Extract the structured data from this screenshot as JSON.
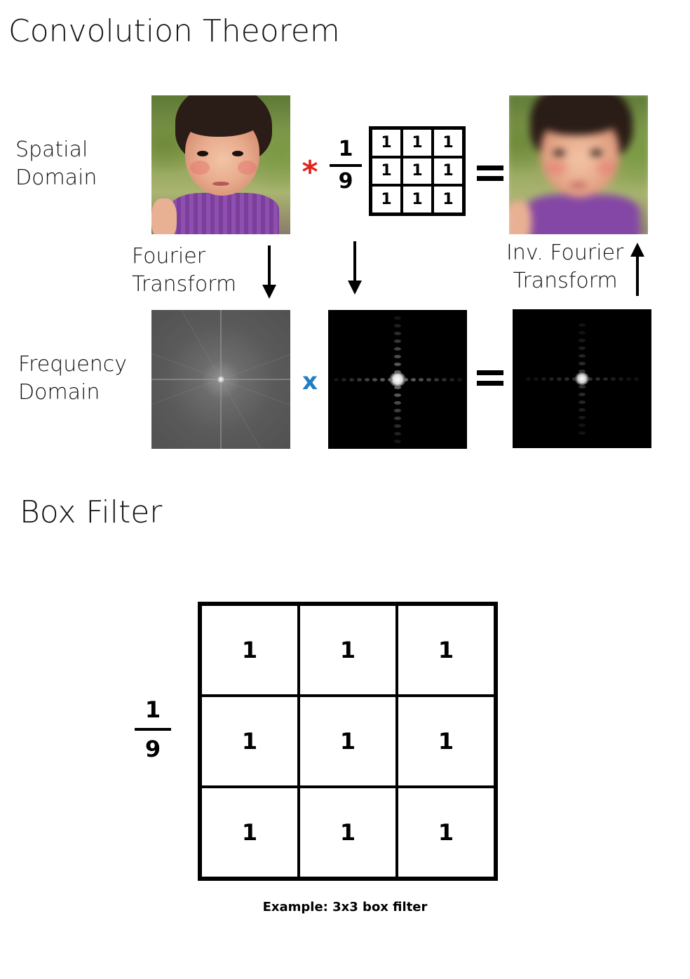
{
  "section1": {
    "title": "Convolution Theorem",
    "spatial_label": "Spatial\nDomain",
    "frequency_label": "Frequency\nDomain",
    "fourier_label": "Fourier\nTransform",
    "inv_fourier_label": "Inv. Fourier\n Transform",
    "convolve_op": "*",
    "multiply_op": "x",
    "convolve_color": "#e2231a",
    "multiply_color": "#1f7fc0",
    "kernel": {
      "numerator": "1",
      "denominator": "9",
      "cells": [
        "1",
        "1",
        "1",
        "1",
        "1",
        "1",
        "1",
        "1",
        "1"
      ]
    }
  },
  "section2": {
    "title": "Box Filter",
    "kernel": {
      "numerator": "1",
      "denominator": "9",
      "cells": [
        "1",
        "1",
        "1",
        "1",
        "1",
        "1",
        "1",
        "1",
        "1"
      ]
    },
    "caption": "Example: 3x3 box filter"
  }
}
